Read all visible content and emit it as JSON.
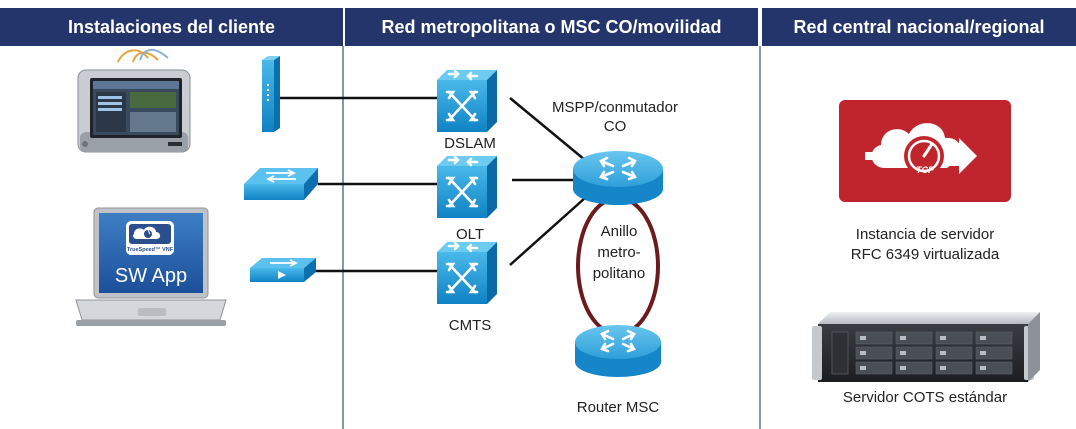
{
  "headers": {
    "customer": "Instalaciones del cliente",
    "metro": "Red metropolitana o MSC CO/movilidad",
    "core": "Red central nacional/regional"
  },
  "metro": {
    "dslam": "DSLAM",
    "olt": "OLT",
    "cmts": "CMTS",
    "mspp_line1": "MSPP/conmutador",
    "mspp_line2": "CO",
    "ring_line1": "Anillo",
    "ring_line2": "metro-",
    "ring_line3": "politano",
    "router": "Router MSC"
  },
  "customer": {
    "laptop_screen": "SW App",
    "laptop_badge": "TrueSpeed™ VNF"
  },
  "core": {
    "vnf_line1": "Instancia de servidor",
    "vnf_line2": "RFC 6349 virtualizada",
    "vnf_logo_text": "TCP",
    "cots": "Servidor COTS estándar"
  },
  "colors": {
    "header_bg": "#24356b",
    "device_blue": "#1d9ad6",
    "vnf_red": "#c0252d",
    "ring_color": "#6b1a1e"
  }
}
